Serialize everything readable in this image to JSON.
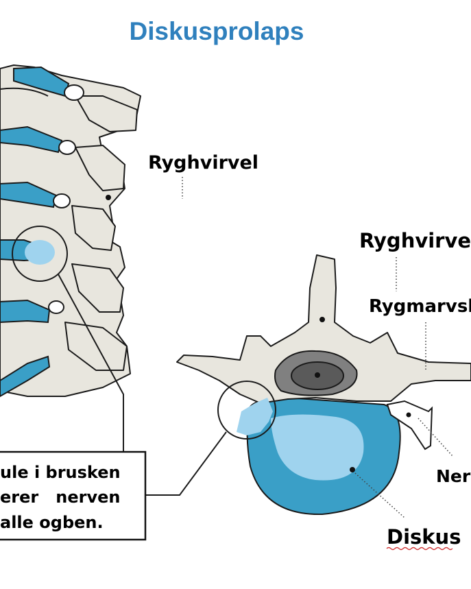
{
  "title": "Diskusprolaps",
  "labels": {
    "vertebra_side": "Ryghvirvel",
    "vertebra_cross": "Ryghvirvel",
    "spinal_canal": "Rygmarvsk",
    "nerve": "Nerv",
    "disc": "Diskus"
  },
  "note": {
    "line1": "ule i brusken",
    "line2": "erer   nerven",
    "line3": "alle ogben."
  },
  "colors": {
    "title": "#2f80bd",
    "bone": "#e8e6de",
    "disc": "#3a9fc7",
    "disc_core": "#9fd3ee",
    "spinal_cord": "#6b6b6b"
  }
}
